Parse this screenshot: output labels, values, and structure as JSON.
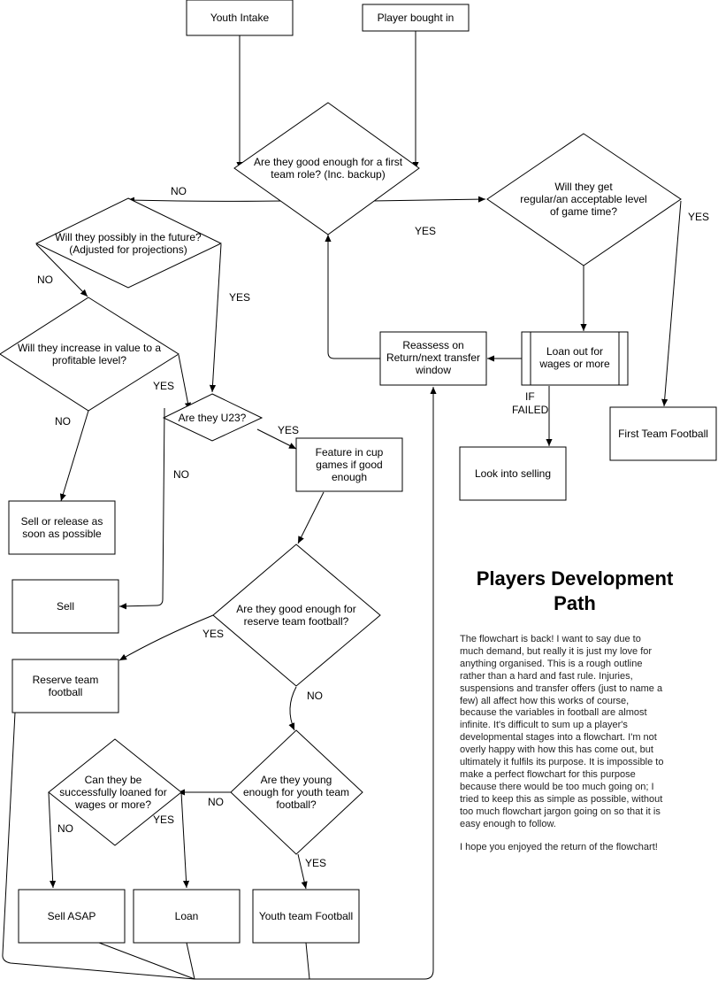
{
  "nodes": {
    "youth_intake": [
      "Youth Intake"
    ],
    "player_bought": [
      "Player bought in"
    ],
    "first_team_role": [
      "Are they good enough for a first",
      "team role? (Inc. backup)"
    ],
    "game_time": [
      "Will they get",
      "regular/an acceptable level",
      "of game time?"
    ],
    "possibly_future": [
      "Will they possibly in the future?",
      "(Adjusted for projections)"
    ],
    "increase_value": [
      "Will they increase in value to a",
      "profitable level?"
    ],
    "reassess": [
      "Reassess on",
      "Return/next transfer",
      "window"
    ],
    "loan_out": [
      "Loan out for",
      "wages or more"
    ],
    "first_team_football": [
      "First Team Football"
    ],
    "look_selling": [
      "Look into selling"
    ],
    "u23": [
      "Are they U23?"
    ],
    "cup_games": [
      "Feature in cup",
      "games if good",
      "enough"
    ],
    "sell_release": [
      "Sell or release as",
      "soon as possible"
    ],
    "sell": [
      "Sell"
    ],
    "reserve_q": [
      "Are they good enough for",
      "reserve team football?"
    ],
    "reserve_football": [
      "Reserve team",
      "football"
    ],
    "youth_q": [
      "Are they young",
      "enough for youth team",
      "football?"
    ],
    "loan_q": [
      "Can they be",
      "successfully loaned for",
      "wages or more?"
    ],
    "sell_asap": [
      "Sell ASAP"
    ],
    "loan": [
      "Loan"
    ],
    "youth_football": [
      "Youth team Football"
    ]
  },
  "edge_labels": {
    "no1": "NO",
    "yes1": "YES",
    "yes2": "YES",
    "no2": "NO",
    "yes3": "YES",
    "yes4": "YES",
    "no3": "NO",
    "yes5": "YES",
    "no4": "NO",
    "if_failed": [
      "IF",
      "FAILED"
    ],
    "yes6": "YES",
    "no5": "NO",
    "no6": "NO",
    "yes7": "YES",
    "no7": "NO",
    "yes8": "YES"
  },
  "info": {
    "title": [
      "Players Development",
      "Path"
    ],
    "paragraphs": [
      [
        "The flowchart is back! I want to say due to",
        "much demand, but really it is just my love for",
        "anything organised. This is a rough outline",
        "rather than a hard and fast rule. Injuries,",
        "suspensions and transfer offers (just to name a",
        "few) all affect how this works of course,",
        "because the variables in football are almost",
        "infinite. It's difficult to sum up a player's",
        "developmental stages into a flowchart. I'm not",
        "overly happy with how this has come out, but",
        "ultimately it fulfils its purpose. It is impossible to",
        "make a perfect flowchart for this purpose",
        "because there would be too much going on; I",
        "tried to keep this as simple as possible, without",
        "too much flowchart jargon going on so that it is",
        "easy enough to follow."
      ],
      [
        "I hope you enjoyed the return of the flowchart!"
      ]
    ]
  }
}
